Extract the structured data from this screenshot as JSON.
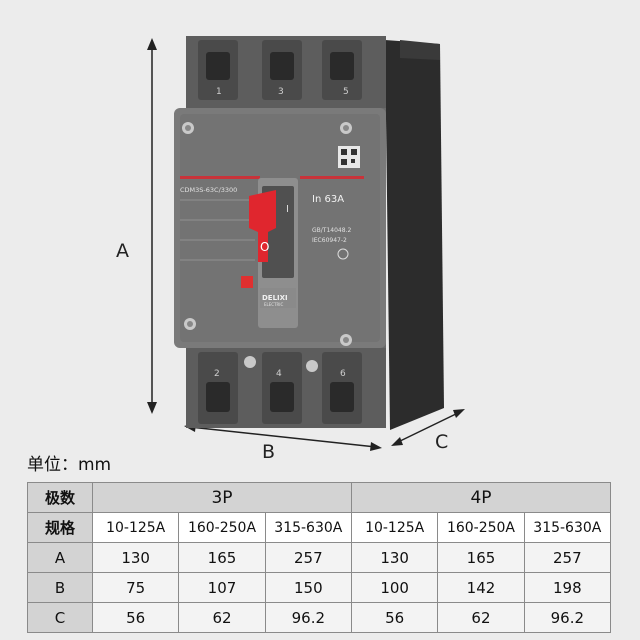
{
  "dimension_labels": {
    "a": "A",
    "b": "B",
    "c": "C"
  },
  "product_markings": {
    "pole_numbers_top": [
      "1",
      "3",
      "5"
    ],
    "pole_numbers_bottom": [
      "2",
      "4",
      "6"
    ],
    "model": "CDM3S-63C/3300",
    "rating": "In  63A",
    "standards": [
      "GB/T14048.2",
      "IEC60947-2"
    ],
    "handle_symbols": {
      "on": "I",
      "off": "O"
    },
    "brand": "DELIXI",
    "brand_sub": "ELECTRIC"
  },
  "unit_label": "单位：mm",
  "table": {
    "row_header_poles": "极数",
    "row_header_spec": "规格",
    "groups": [
      "3P",
      "4P"
    ],
    "specs": [
      "10-125A",
      "160-250A",
      "315-630A",
      "10-125A",
      "160-250A",
      "315-630A"
    ],
    "rows": [
      {
        "label": "A",
        "values": [
          "130",
          "165",
          "257",
          "130",
          "165",
          "257"
        ]
      },
      {
        "label": "B",
        "values": [
          "75",
          "107",
          "150",
          "100",
          "142",
          "198"
        ]
      },
      {
        "label": "C",
        "values": [
          "56",
          "62",
          "96.2",
          "56",
          "62",
          "96.2"
        ]
      }
    ]
  }
}
